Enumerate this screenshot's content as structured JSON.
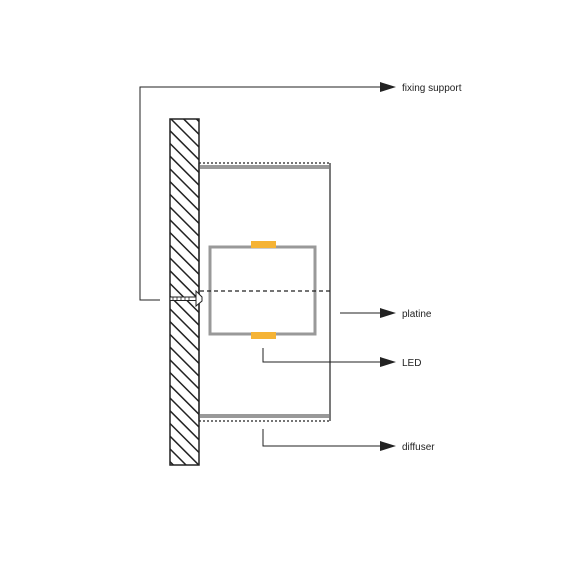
{
  "labels": {
    "fixing_support": "fixing support",
    "platine": "platine",
    "led": "LED",
    "diffuser": "diffuser"
  },
  "colors": {
    "line": "#222222",
    "gray": "#999999",
    "led": "#f5b335",
    "hatch": "#222222"
  }
}
